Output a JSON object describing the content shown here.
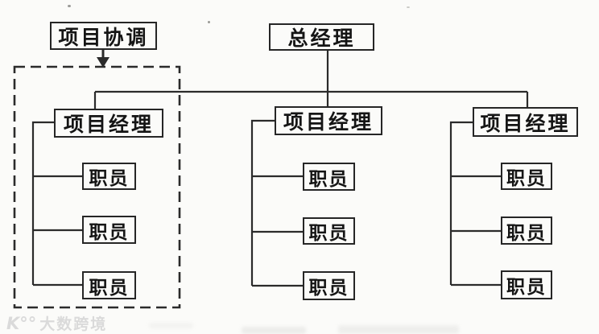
{
  "diagram": {
    "coordination_label": "项目协调",
    "root_label": "总经理",
    "columns": [
      {
        "manager": "项目经理",
        "staff": [
          "职员",
          "职员",
          "职员"
        ]
      },
      {
        "manager": "项目经理",
        "staff": [
          "职员",
          "职员",
          "职员"
        ]
      },
      {
        "manager": "项目经理",
        "staff": [
          "职员",
          "职员",
          "职员"
        ]
      }
    ],
    "colors": {
      "line": "#2b2b2b",
      "box_border": "#262626",
      "background": "#fbfbf9",
      "watermark": "#dadada"
    }
  },
  "watermark": {
    "logo": "K°°",
    "brand": "大数跨境"
  }
}
